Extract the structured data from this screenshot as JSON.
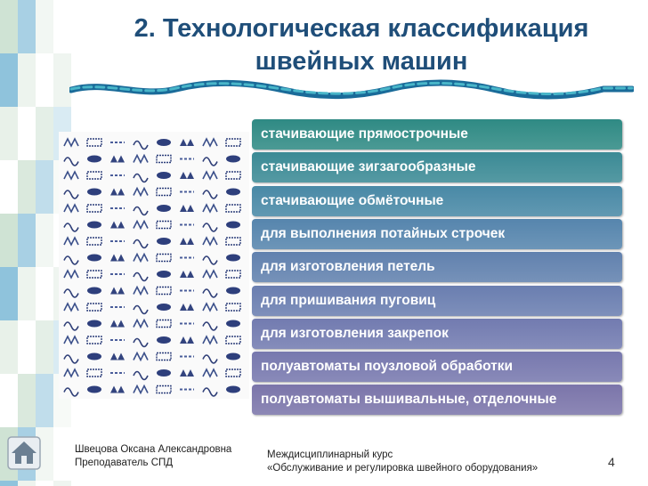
{
  "slide": {
    "title_line1": "2. Технологическая классификация",
    "title_line2": "швейных машин",
    "page_number": "4"
  },
  "categories": [
    {
      "label": "стачивающие прямострочные",
      "color": "#2f8a84"
    },
    {
      "label": "стачивающие зигзагообразные",
      "color": "#3b8a95"
    },
    {
      "label": "стачивающие обмёточные",
      "color": "#4989a6"
    },
    {
      "label": "для выполнения потайных строчек",
      "color": "#5685ad"
    },
    {
      "label": "для изготовления петель",
      "color": "#6181ae"
    },
    {
      "label": "для пришивания пуговиц",
      "color": "#6a7eb0"
    },
    {
      "label": "для изготовления закрепок",
      "color": "#727bb0"
    },
    {
      "label": "полуавтоматы поузловой обработки",
      "color": "#7778ae"
    },
    {
      "label": "полуавтоматы вышивальные, отделочные",
      "color": "#7b75aa"
    }
  ],
  "footer": {
    "author": "Швецова Оксана Александровна",
    "role": "Преподаватель СПД",
    "course_line1": "Междисциплинарный курс",
    "course_line2": "«Обслуживание и регулировка швейного оборудования»"
  },
  "icons": {
    "home": "home-icon"
  },
  "colors": {
    "title": "#1f4e79",
    "strip_a": "#cfe3d4",
    "strip_b": "#8fc3dc",
    "strip_c": "#e8f1e9"
  }
}
